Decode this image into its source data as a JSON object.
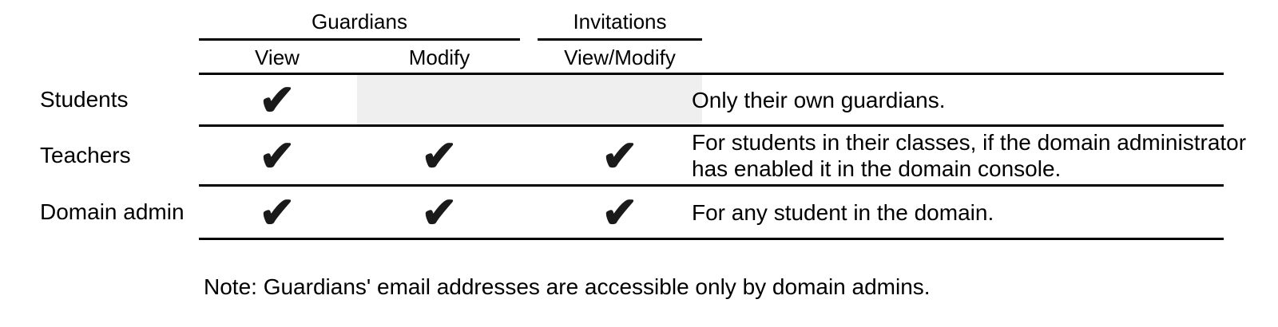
{
  "header": {
    "groups": [
      {
        "label": "Guardians",
        "columns": [
          "View",
          "Modify"
        ]
      },
      {
        "label": "Invitations",
        "columns": [
          "View/Modify"
        ]
      }
    ]
  },
  "rows": [
    {
      "label": "Students",
      "checks": [
        "✔",
        "",
        ""
      ],
      "note": "Only their own guardians."
    },
    {
      "label": "Teachers",
      "checks": [
        "✔",
        "✔",
        "✔"
      ],
      "note": "For students in their classes, if the domain administrator has enabled it in the domain console."
    },
    {
      "label": "Domain admin",
      "checks": [
        "✔",
        "✔",
        "✔"
      ],
      "note": "For any student in the domain."
    }
  ],
  "footnote": "Note: Guardians' email addresses are accessible only by domain admins.",
  "colors": {
    "disabled_cell": "#efefef",
    "text": "#000000",
    "check": "#1a1a1a",
    "rule": "#000000"
  }
}
